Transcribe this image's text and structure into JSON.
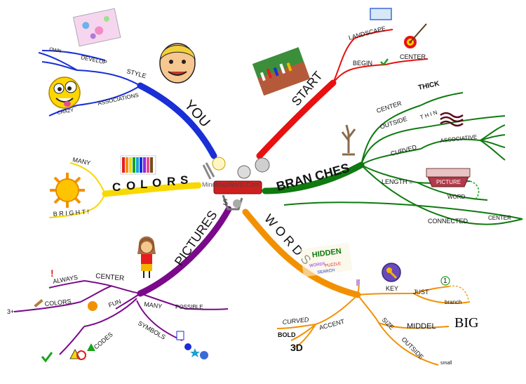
{
  "center": {
    "watermark": "MindMapWorld.Com"
  },
  "you": {
    "label": "YOU",
    "style": "STYLE",
    "own": "OWN",
    "develop": "DEVELOP",
    "associations": "ASSOCIATIONS",
    "crazy": "CRAZY",
    "color": "#1a2fd6"
  },
  "colors_branch": {
    "letters": [
      "C",
      "O",
      "L",
      "O",
      "R",
      "S"
    ],
    "letter_colors": [
      "#1aa31a",
      "#e81c1c",
      "#1a2fd6",
      "#f2b600",
      "#e81c1c",
      "#8a2be2"
    ],
    "many": "MANY",
    "bright": "B R I G H T !",
    "color": "#f7d800"
  },
  "pictures": {
    "label": "PICTURES",
    "center": "CENTER",
    "always": "ALWAYS",
    "colors": "COLORS",
    "three_plus": "3+",
    "fun": "FUN",
    "codes": "CODES",
    "many": "MANY",
    "possible": "POSSIBLE",
    "symbols": "SYMBOLS",
    "color": "#7a0a8a"
  },
  "start": {
    "label": "START",
    "landscape": "LANDSCAPE",
    "begin": "BEGIN",
    "center": "CENTER",
    "color": "#e81010"
  },
  "branches": {
    "label": "BRAN CHES",
    "center": "CENTER",
    "thick": "THICK",
    "outside": "OUTSIDE",
    "thin": "T H I N",
    "curved": "CURVED",
    "associative": "ASSOCIATIVE",
    "length": "LENGTH =",
    "picture": "PICTURE",
    "word": "WORD",
    "connected": "CONNECTED",
    "center2": "CENTER",
    "color": "#0f7a0f"
  },
  "words": {
    "label": "W O R D S",
    "key": "KEY",
    "just": "JUST",
    "one": "1",
    "branch": "branch",
    "curved": "CURVED",
    "bold": "BOLD",
    "three_d": "3D",
    "accent": "ACCENT",
    "size": "SIZE",
    "middel": "MIDDEL",
    "big": "BIG",
    "outside": "OUTSIDE",
    "small": "small",
    "hidden": "HIDDEN",
    "hidden_sub1": "WORDS",
    "hidden_sub2": "PUZZLE",
    "hidden_sub3": "SEARCH",
    "color": "#f29100"
  }
}
